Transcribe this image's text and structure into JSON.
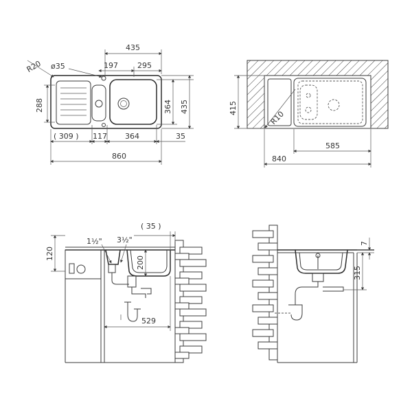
{
  "top_view": {
    "dim_435_top": "435",
    "radius_r20": "R20",
    "hole_d35": "ø35",
    "dim_197": "197",
    "dim_295": "295",
    "dim_288": "288",
    "dim_364_right": "364",
    "dim_435_right": "435",
    "dim_309": "( 309 )",
    "dim_117": "117",
    "dim_364_bottom": "364",
    "dim_35": "35",
    "dim_860": "860"
  },
  "cutout_view": {
    "dim_415": "415",
    "radius_r10": "R10",
    "dim_585": "585",
    "dim_840": "840"
  },
  "front_section": {
    "dim_120": "120",
    "pipe_1_5": "1½\"",
    "pipe_3_5": "3½\"",
    "dim_35_paren": "( 35 )",
    "dim_200": "200",
    "dim_529": "529"
  },
  "side_section": {
    "dim_7": "7",
    "dim_315": "315"
  }
}
